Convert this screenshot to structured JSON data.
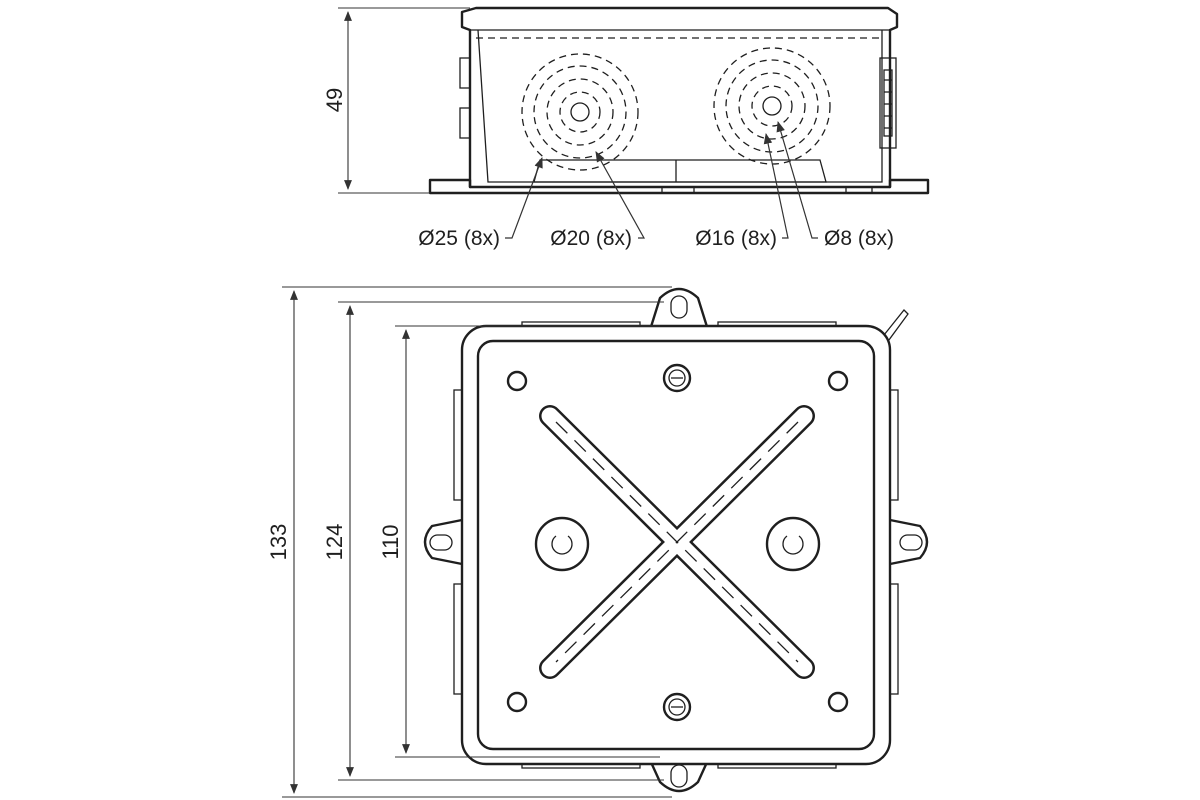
{
  "side_view": {
    "height_dim": "49",
    "knockouts": [
      {
        "label": "Ø25 (8x)"
      },
      {
        "label": "Ø20 (8x)"
      },
      {
        "label": "Ø16 (8x)"
      },
      {
        "label": "Ø8 (8x)"
      }
    ]
  },
  "top_view": {
    "dims": [
      "133",
      "124",
      "110"
    ]
  },
  "colors": {
    "line": "#1f1f1f",
    "background": "#ffffff"
  }
}
